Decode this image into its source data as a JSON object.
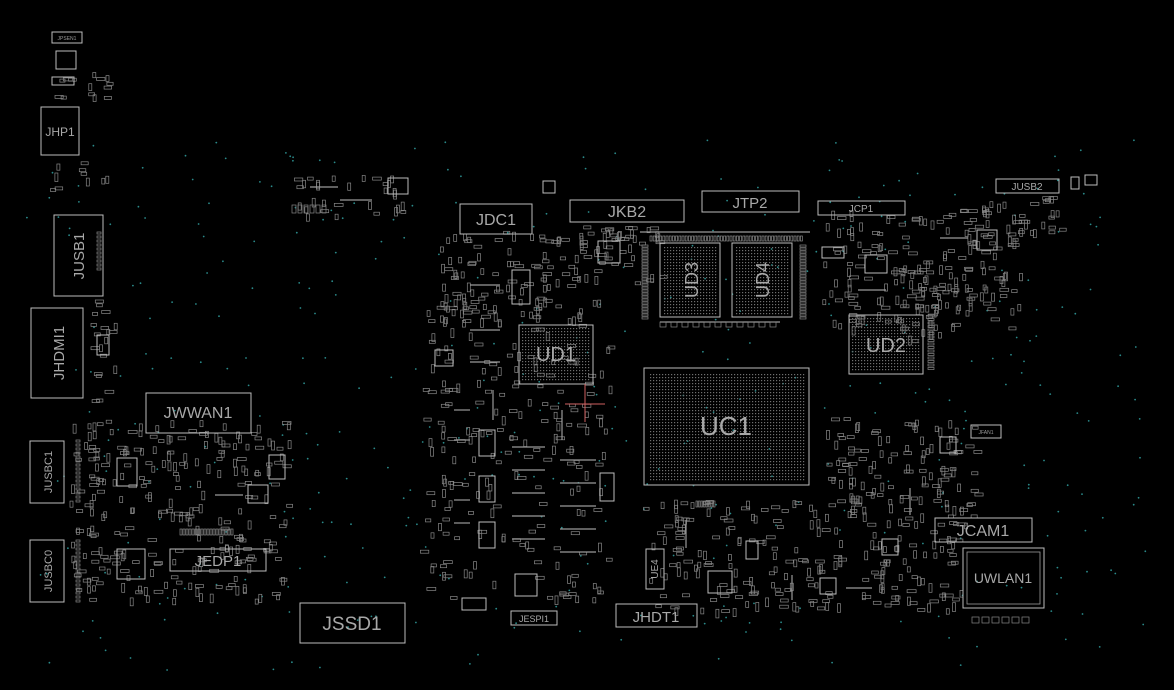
{
  "diagram": {
    "background": "#000000",
    "outline_color": "#bdbdbd",
    "label_color": "#a8a8a8",
    "via_color": "#2a8a8a",
    "cursor_color": "#d06060",
    "components": [
      {
        "ref": "JPSEN1"
      },
      {
        "ref": "JHP1"
      },
      {
        "ref": "JUSB1"
      },
      {
        "ref": "JHDMI1"
      },
      {
        "ref": "JWWAN1"
      },
      {
        "ref": "JUSBC1"
      },
      {
        "ref": "JUSBC0"
      },
      {
        "ref": "JEDP1"
      },
      {
        "ref": "JSSD1"
      },
      {
        "ref": "JDC1"
      },
      {
        "ref": "JKB2"
      },
      {
        "ref": "JTP2"
      },
      {
        "ref": "JCP1"
      },
      {
        "ref": "JUSB2"
      },
      {
        "ref": "UD3"
      },
      {
        "ref": "UD4"
      },
      {
        "ref": "UD1"
      },
      {
        "ref": "UD2"
      },
      {
        "ref": "UC1"
      },
      {
        "ref": "JCAM1"
      },
      {
        "ref": "UWLAN1"
      },
      {
        "ref": "JFAN1"
      },
      {
        "ref": "JESPI1"
      },
      {
        "ref": "JHDT1"
      },
      {
        "ref": "UE4"
      }
    ]
  }
}
